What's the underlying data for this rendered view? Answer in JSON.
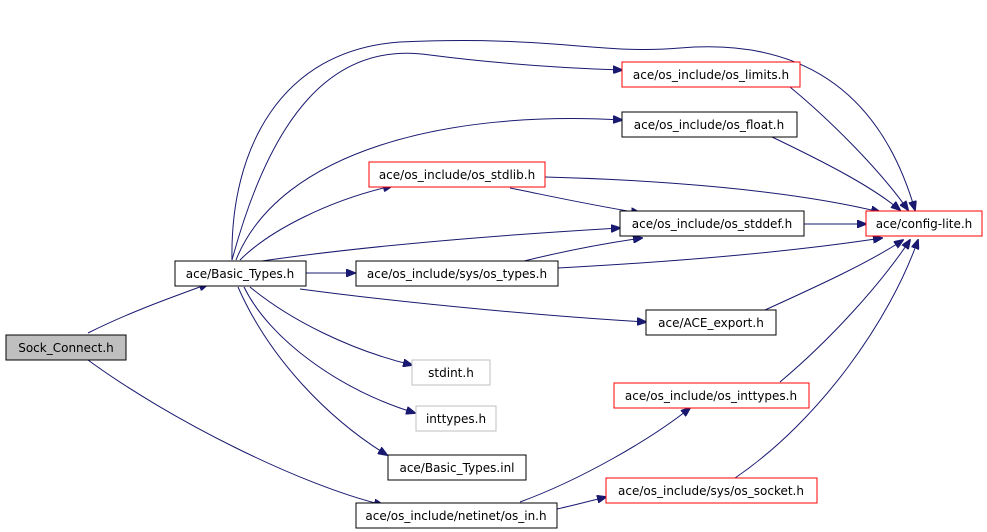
{
  "graph": {
    "colors": {
      "edge": "#191970",
      "root_fill": "#bfbfbf",
      "border_default": "#000000",
      "border_truncated": "#ff0000",
      "border_external": "#bfbfbf"
    },
    "nodes": [
      {
        "id": "sock_connect",
        "label": "Sock_Connect.h",
        "style": "root"
      },
      {
        "id": "basic_types",
        "label": "ace/Basic_Types.h",
        "style": "default"
      },
      {
        "id": "os_limits",
        "label": "ace/os_include/os_limits.h",
        "style": "truncated"
      },
      {
        "id": "os_float",
        "label": "ace/os_include/os_float.h",
        "style": "default"
      },
      {
        "id": "os_stdlib",
        "label": "ace/os_include/os_stdlib.h",
        "style": "truncated"
      },
      {
        "id": "os_stddef",
        "label": "ace/os_include/os_stddef.h",
        "style": "default"
      },
      {
        "id": "config_lite",
        "label": "ace/config-lite.h",
        "style": "truncated"
      },
      {
        "id": "sys_os_types",
        "label": "ace/os_include/sys/os_types.h",
        "style": "default"
      },
      {
        "id": "ace_export",
        "label": "ace/ACE_export.h",
        "style": "default"
      },
      {
        "id": "stdint",
        "label": "stdint.h",
        "style": "external"
      },
      {
        "id": "os_inttypes",
        "label": "ace/os_include/os_inttypes.h",
        "style": "truncated"
      },
      {
        "id": "inttypes",
        "label": "inttypes.h",
        "style": "external"
      },
      {
        "id": "basic_types_inl",
        "label": "ace/Basic_Types.inl",
        "style": "default"
      },
      {
        "id": "sys_os_socket",
        "label": "ace/os_include/sys/os_socket.h",
        "style": "truncated"
      },
      {
        "id": "netinet_os_in",
        "label": "ace/os_include/netinet/os_in.h",
        "style": "default"
      }
    ]
  }
}
